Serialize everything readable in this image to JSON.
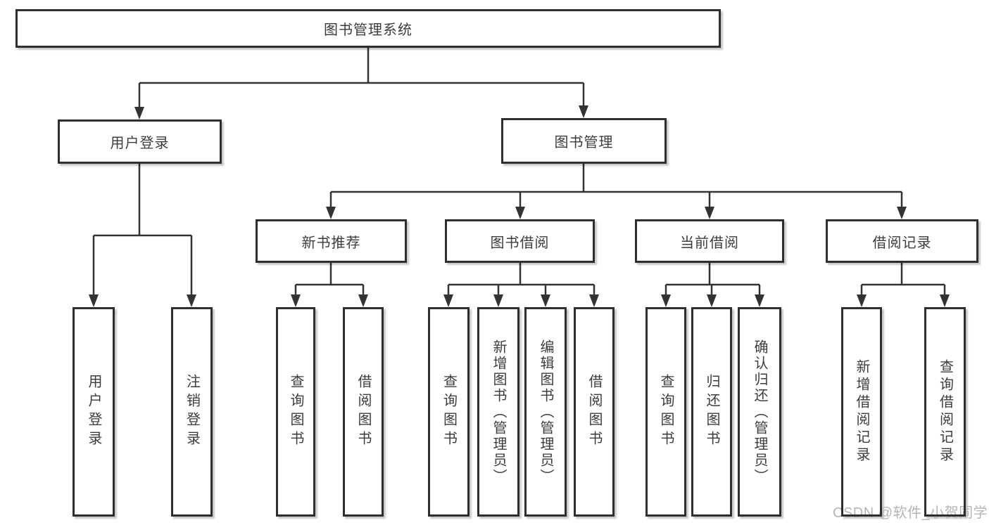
{
  "tree": {
    "root": {
      "label": "图书管理系统",
      "children": [
        {
          "label": "用户登录",
          "children": [
            {
              "label": "用户登录"
            },
            {
              "label": "注销登录"
            }
          ]
        },
        {
          "label": "图书管理",
          "children": [
            {
              "label": "新书推荐",
              "children": [
                {
                  "label": "查询图书"
                },
                {
                  "label": "借阅图书"
                }
              ]
            },
            {
              "label": "图书借阅",
              "children": [
                {
                  "label": "查询图书"
                },
                {
                  "label": "新增图书（管理员）"
                },
                {
                  "label": "编辑图书（管理员）"
                },
                {
                  "label": "借阅图书"
                }
              ]
            },
            {
              "label": "当前借阅",
              "children": [
                {
                  "label": "查询图书"
                },
                {
                  "label": "归还图书"
                },
                {
                  "label": "确认归还（管理员）"
                }
              ]
            },
            {
              "label": "借阅记录",
              "children": [
                {
                  "label": "新增借阅记录"
                },
                {
                  "label": "查询借阅记录"
                }
              ]
            }
          ]
        }
      ]
    }
  },
  "colors": {
    "line": "#333333",
    "box_border": "#2e2e2e",
    "text": "#3c3c3c",
    "watermark": "#b4b4b4"
  },
  "watermark": {
    "text": "CSDN @软件_小贺同学"
  }
}
